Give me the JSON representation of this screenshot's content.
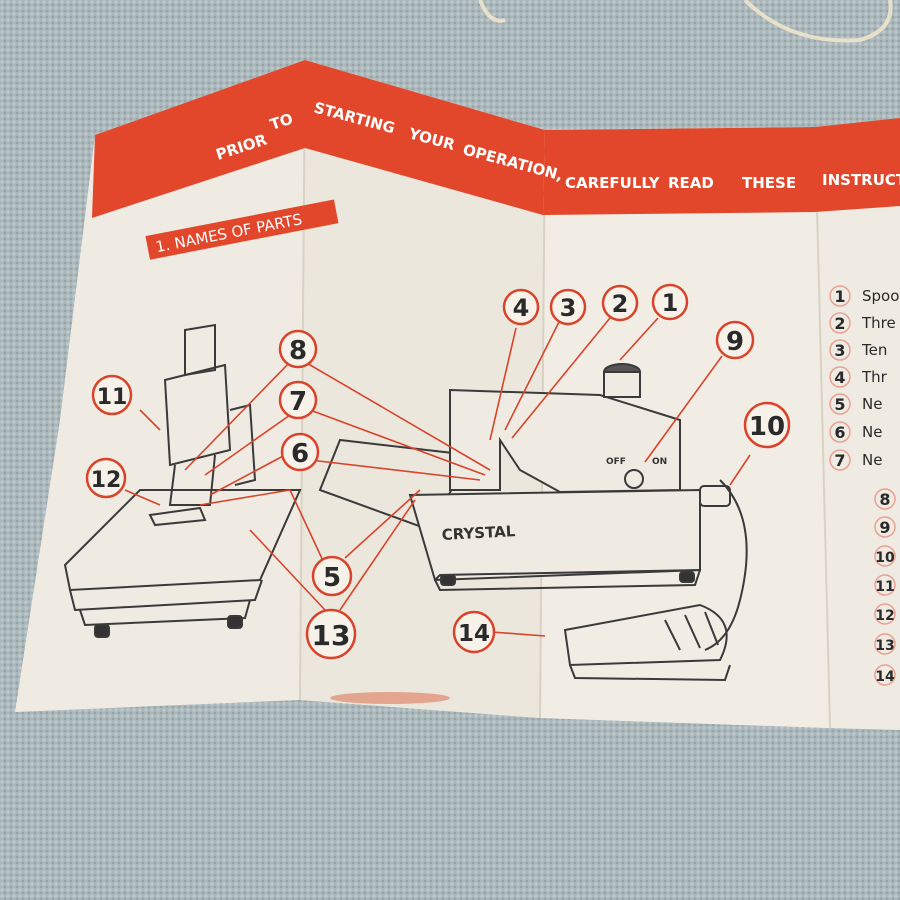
{
  "banner": {
    "words": [
      "PRIOR",
      "TO",
      "STARTING",
      "YOUR",
      "OPERATION,",
      "CAREFULLY",
      "READ",
      "THESE",
      "INSTRUCTIO"
    ]
  },
  "section_heading": "1. NAMES OF PARTS",
  "machine": {
    "brand": "CRYSTAL",
    "switch_off": "OFF",
    "switch_on": "ON"
  },
  "callouts": [
    "1",
    "2",
    "3",
    "4",
    "5",
    "6",
    "7",
    "8",
    "9",
    "10",
    "11",
    "12",
    "13",
    "14"
  ],
  "parts_list": [
    {
      "num": "1",
      "label": "Spoo"
    },
    {
      "num": "2",
      "label": "Thre"
    },
    {
      "num": "3",
      "label": "Ten"
    },
    {
      "num": "4",
      "label": "Thr"
    },
    {
      "num": "5",
      "label": "Ne"
    },
    {
      "num": "6",
      "label": "Ne"
    },
    {
      "num": "7",
      "label": "Ne"
    },
    {
      "num": "8",
      "label": ""
    },
    {
      "num": "9",
      "label": ""
    },
    {
      "num": "10",
      "label": ""
    },
    {
      "num": "11",
      "label": ""
    },
    {
      "num": "12",
      "label": ""
    },
    {
      "num": "13",
      "label": ""
    },
    {
      "num": "14",
      "label": ""
    }
  ],
  "colors": {
    "accent": "#e2472b",
    "paper": "#efebe2",
    "background": "#a9b6ba"
  }
}
